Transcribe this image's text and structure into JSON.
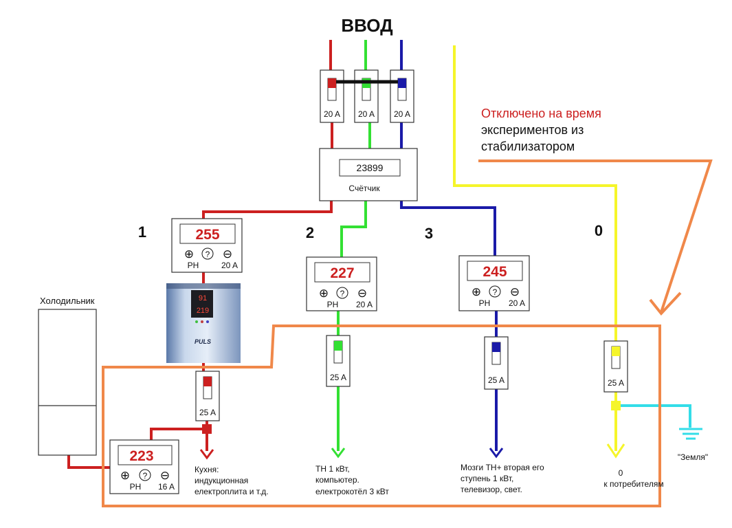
{
  "title": "ВВОД",
  "note": [
    "Отключено на время",
    "экспериментов из",
    "стабилизатором"
  ],
  "input_breakers": [
    "20 A",
    "20 A",
    "20 A"
  ],
  "meter": {
    "reading": "23899",
    "label": "Счётчик"
  },
  "branch_numbers": [
    "1",
    "2",
    "3",
    "0"
  ],
  "regulators": [
    {
      "value": "255",
      "ph": "PH",
      "rating": "20 A"
    },
    {
      "value": "227",
      "ph": "PH",
      "rating": "20 A"
    },
    {
      "value": "245",
      "ph": "PH",
      "rating": "20 A"
    },
    {
      "value": "223",
      "ph": "PH",
      "rating": "16 A"
    }
  ],
  "stabilizer": {
    "display_top": "91",
    "display_bottom": "219",
    "brand": "PULS"
  },
  "fridge_label": "Холодильник",
  "branch_breakers": [
    "25 A",
    "25 A",
    "25 A",
    "25 A"
  ],
  "consumers": {
    "kitchen": [
      "Кухня:",
      "индукционная",
      "електроплита и т.д."
    ],
    "branch2": [
      "ТН 1 кВт,",
      "компьютер.",
      "електрокотёл 3 кВт"
    ],
    "branch3": [
      "Мозги ТН+ вторая его",
      "ступень 1 кВт,",
      "телевизор, свет."
    ],
    "branch0": [
      "0",
      "к потребителям"
    ]
  },
  "ground_label": "\"Земля\"",
  "colors": {
    "red": "#cc2020",
    "green": "#33e033",
    "blue": "#1a1aa8",
    "yellow": "#f5f52a",
    "orange": "#f0884a",
    "cyan": "#33dde8"
  }
}
